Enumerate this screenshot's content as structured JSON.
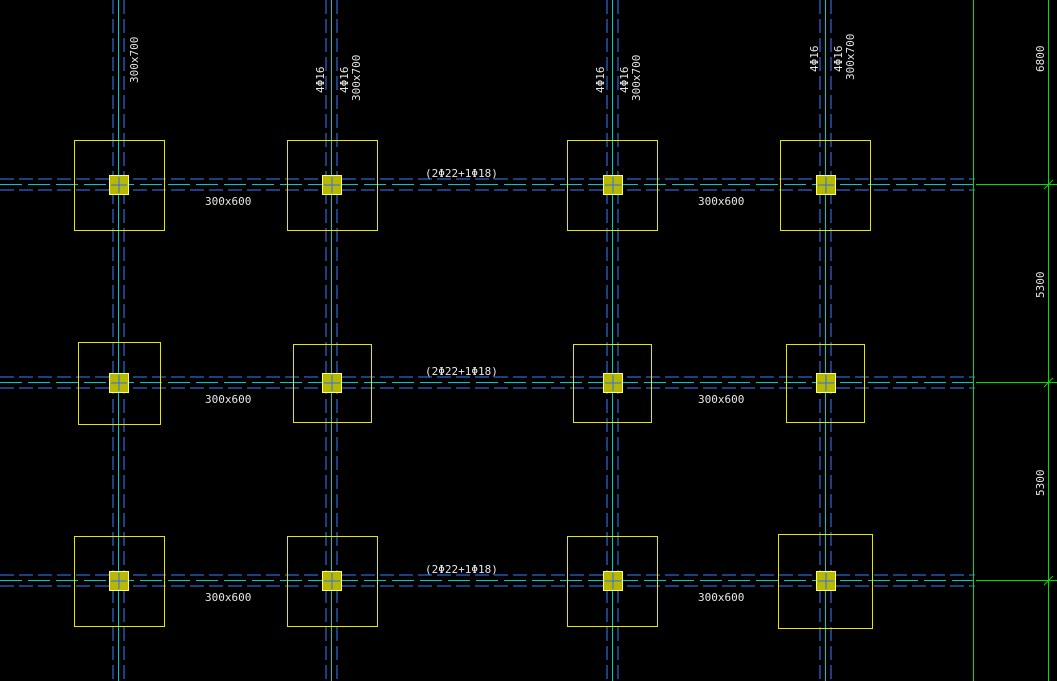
{
  "colors": {
    "background": "#000000",
    "axis_line": "#00c8c8",
    "beam_edge": "#3a7bff",
    "footing": "#e6e600",
    "column_fill": "#b8b800",
    "column_stroke": "#ffff66",
    "cross": "#2a6bff",
    "dimension": "#00dd00",
    "text": "#e8e8e8"
  },
  "beam_labels": {
    "horizontal_size": "300x600",
    "vertical_size": "300x700",
    "rebar_horizontal": "(2Φ22+1Φ18)",
    "rebar_vertical": "4Φ16"
  },
  "dimensions": {
    "top": "6800",
    "middle": "5300",
    "bottom": "5300"
  }
}
